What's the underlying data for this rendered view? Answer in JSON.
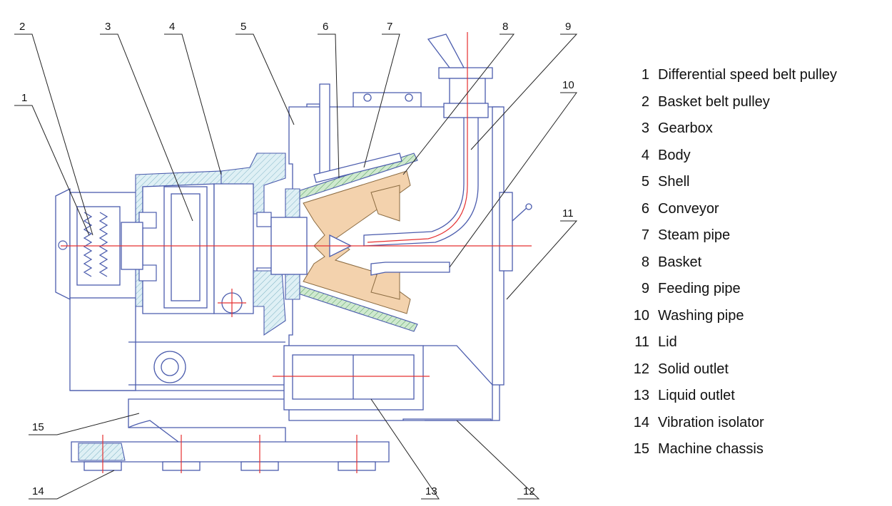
{
  "callouts": [
    "1",
    "2",
    "3",
    "4",
    "5",
    "6",
    "7",
    "8",
    "9",
    "10",
    "11",
    "12",
    "13",
    "14",
    "15"
  ],
  "legend": [
    {
      "num": "1",
      "label": "Differential speed belt pulley"
    },
    {
      "num": "2",
      "label": "Basket belt pulley"
    },
    {
      "num": "3",
      "label": "Gearbox"
    },
    {
      "num": "4",
      "label": "Body"
    },
    {
      "num": "5",
      "label": "Shell"
    },
    {
      "num": "6",
      "label": "Conveyor"
    },
    {
      "num": "7",
      "label": "Steam pipe"
    },
    {
      "num": "8",
      "label": "Basket"
    },
    {
      "num": "9",
      "label": "Feeding pipe"
    },
    {
      "num": "10",
      "label": "Washing pipe"
    },
    {
      "num": "11",
      "label": "Lid"
    },
    {
      "num": "12",
      "label": "Solid outlet"
    },
    {
      "num": "13",
      "label": "Liquid outlet"
    },
    {
      "num": "14",
      "label": "Vibration isolator"
    },
    {
      "num": "15",
      "label": "Machine chassis"
    }
  ],
  "colors": {
    "outline": "#4b5cad",
    "centerline": "#e53030",
    "hatch_blue": "#9fc9d8",
    "hatch_green": "#6fb07a",
    "conveyor": "#f3d2ad"
  }
}
